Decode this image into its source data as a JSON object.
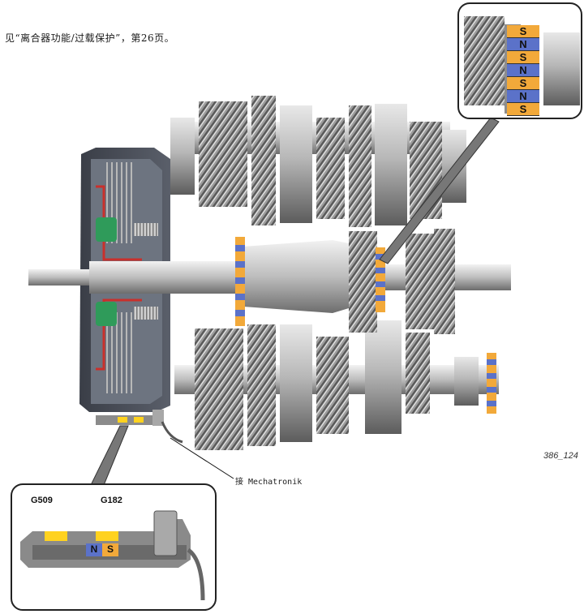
{
  "note_text": "见“离合器功能/过载保护”，第26页。",
  "figure_id": "386_124",
  "mechatronik_label": "接 Mechatronik",
  "sensors": {
    "g509": "G509",
    "g182": "G182"
  },
  "magnet_poles": {
    "callout": [
      "S",
      "N",
      "S",
      "N",
      "S",
      "N",
      "S"
    ],
    "sensor": [
      "N",
      "S"
    ]
  },
  "colors": {
    "magnet_orange": "#f2a93a",
    "magnet_blue": "#5b72c9",
    "sensor_yellow": "#ffd21f",
    "oil_red": "#c9302c",
    "spring_green": "#2f9b5a"
  }
}
